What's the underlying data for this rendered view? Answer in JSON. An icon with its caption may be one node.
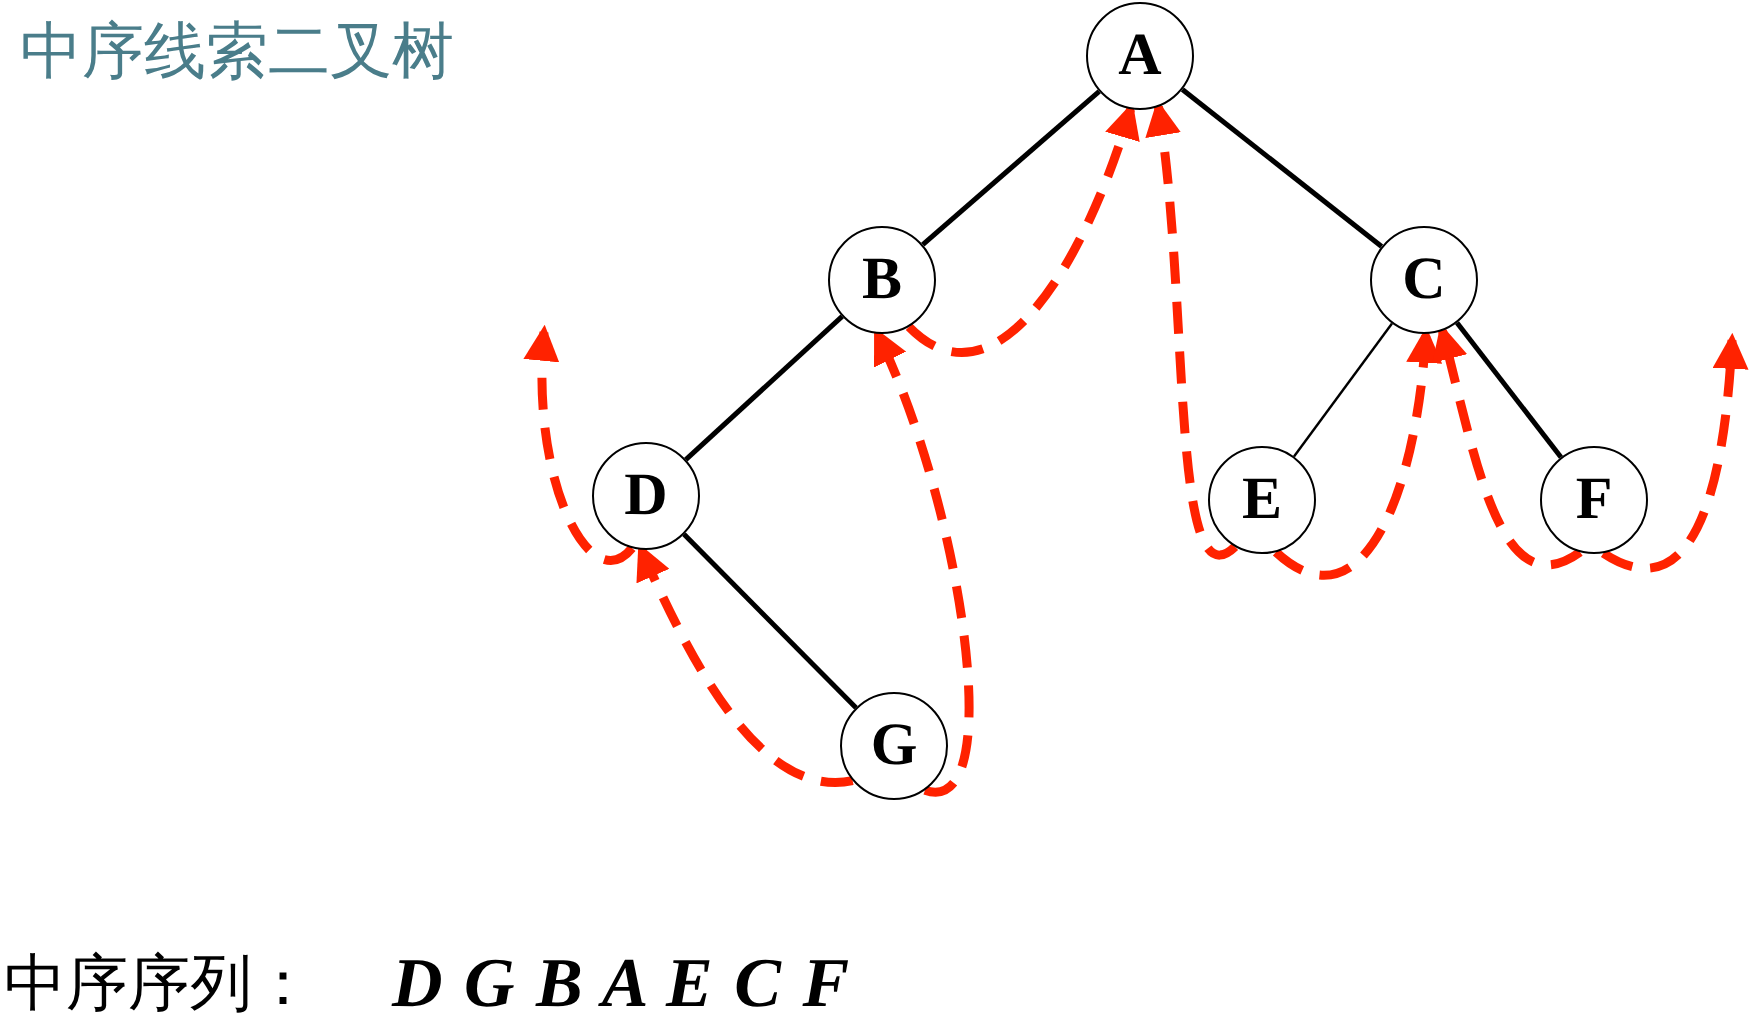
{
  "diagram": {
    "title": "中序线索二叉树",
    "nodes": [
      {
        "text": [
          "A"
        ]
      },
      {
        "text": [
          "B"
        ]
      },
      {
        "text": [
          "C"
        ]
      },
      {
        "text": [
          "D"
        ]
      },
      {
        "text": [
          "E"
        ]
      },
      {
        "text": [
          "F"
        ]
      },
      {
        "text": [
          "G"
        ]
      }
    ],
    "edges": [
      {
        "from": 0,
        "to": 1,
        "arrow": "none",
        "color": "#000000"
      },
      {
        "from": 0,
        "to": 2,
        "arrow": "none",
        "color": "#000000"
      },
      {
        "from": 1,
        "to": 3,
        "arrow": "none",
        "color": "#000000"
      },
      {
        "from": 3,
        "to": 6,
        "arrow": "none",
        "color": "#000000"
      },
      {
        "from": 2,
        "to": 4,
        "arrow": "none",
        "color": "#000000"
      },
      {
        "from": 2,
        "to": 5,
        "arrow": "none",
        "color": "#000000"
      },
      {
        "from": 3,
        "to": null,
        "arrow": "to",
        "style": "dashed",
        "color": "#ff2200"
      },
      {
        "from": 6,
        "to": 3,
        "arrow": "to",
        "style": "dashed",
        "color": "#ff2200"
      },
      {
        "from": 6,
        "to": 1,
        "arrow": "to",
        "style": "dashed",
        "color": "#ff2200"
      },
      {
        "from": 1,
        "to": 0,
        "arrow": "to",
        "style": "dashed",
        "color": "#ff2200"
      },
      {
        "from": 4,
        "to": 0,
        "arrow": "to",
        "style": "dashed",
        "color": "#ff2200"
      },
      {
        "from": 4,
        "to": 2,
        "arrow": "to",
        "style": "dashed",
        "color": "#ff2200"
      },
      {
        "from": 5,
        "to": 2,
        "arrow": "to",
        "style": "dashed",
        "color": "#ff2200"
      },
      {
        "from": 5,
        "to": null,
        "arrow": "to",
        "style": "dashed",
        "color": "#ff2200"
      }
    ],
    "labels": [
      "中序序列：",
      "D G B A E C F"
    ]
  }
}
